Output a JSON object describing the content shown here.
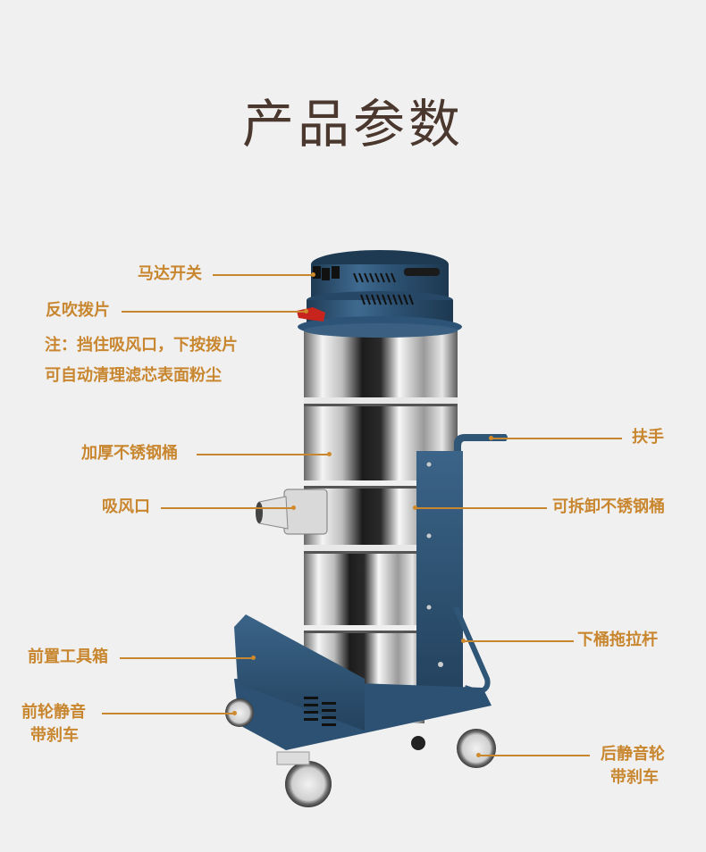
{
  "title": "产品参数",
  "colors": {
    "background": "#f1f0f0",
    "title": "#4a372d",
    "label": "#c8862f",
    "machine_blue": "#2f5676",
    "steel": "#c9c9c9",
    "red_lever": "#c7241d"
  },
  "labels": {
    "motor_switch": "马达开关",
    "blowback_lever": "反吹拨片",
    "note_line1": "注：挡住吸风口，下按拨片",
    "note_line2": "可自动清理滤芯表面粉尘",
    "thick_steel_bucket": "加厚不锈钢桶",
    "suction_inlet": "吸风口",
    "front_toolbox": "前置工具箱",
    "front_wheel_line1": "前轮静音",
    "front_wheel_line2": "带刹车",
    "handle": "扶手",
    "removable_bucket": "可拆卸不锈钢桶",
    "bucket_pull_rod": "下桶拖拉杆",
    "rear_wheel_line1": "后静音轮",
    "rear_wheel_line2": "带刹车"
  }
}
